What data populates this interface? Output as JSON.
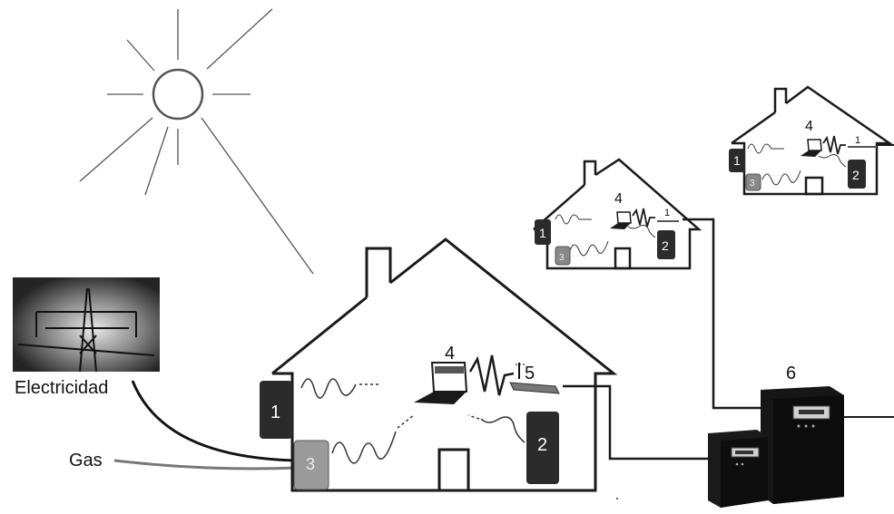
{
  "labels": {
    "electricity": "Electricidad",
    "gas": "Gas",
    "one": "1",
    "two": "2",
    "three": "3",
    "four": "4",
    "five": "5",
    "six": "6",
    "one_large": "1",
    "two_large": "2",
    "three_large": "3",
    "four_large": "4",
    "five_large": "5",
    "one_small_a": "1",
    "two_small_a": "2",
    "three_small_a": "3",
    "four_small_a": "4",
    "five_small_a": "1",
    "one_small_b": "1",
    "two_small_b": "2",
    "three_small_b": "3",
    "four_small_b": "4",
    "five_small_b": "1"
  },
  "colors": {
    "dark_box": "#2b2b2b",
    "light_box": "#9a9a9a",
    "line": "#1a1a1a"
  },
  "icons": {
    "sun": "sun-icon",
    "pylon": "power-pylon-photo",
    "laptop": "laptop-icon",
    "inverter": "inverter-icon"
  }
}
